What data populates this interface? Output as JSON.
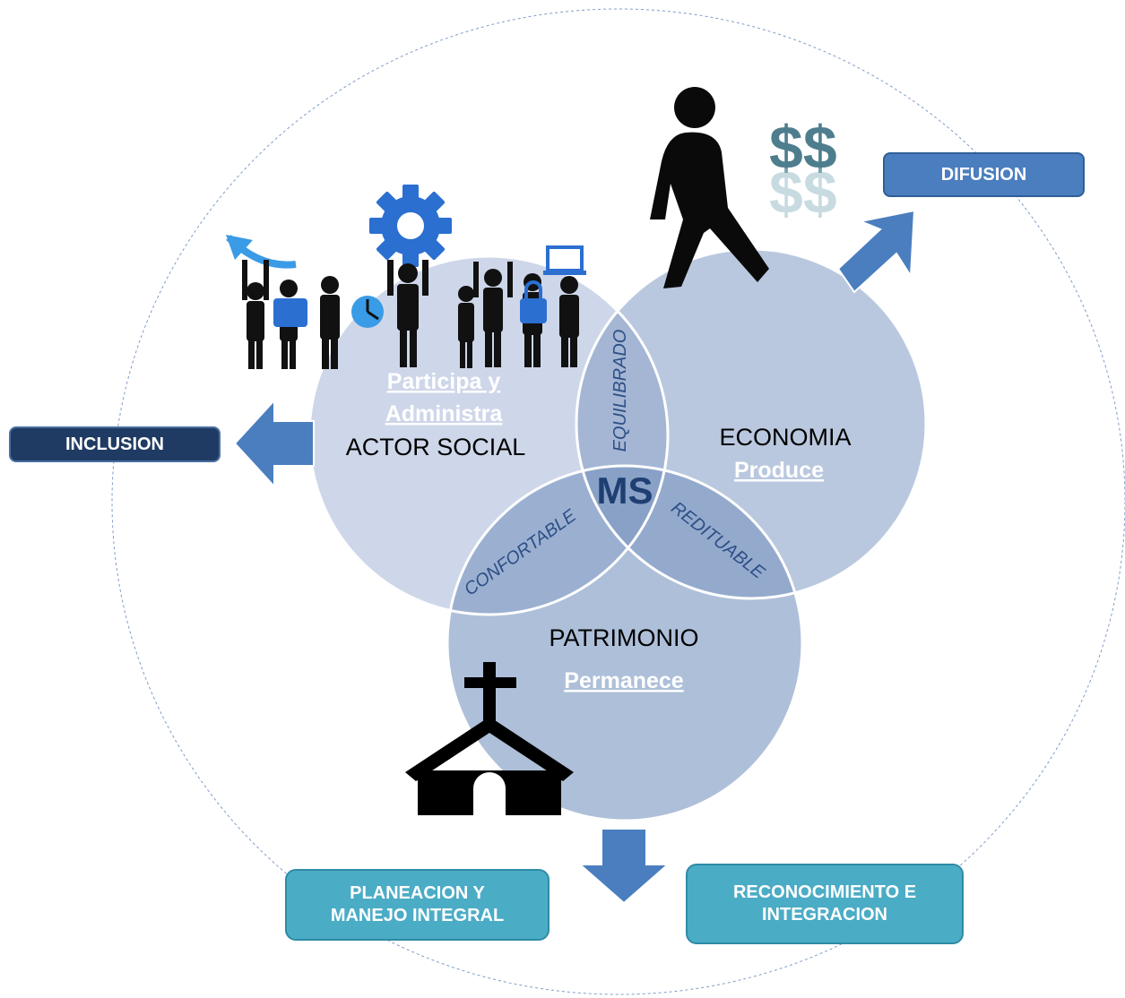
{
  "center_label": "MS",
  "circles": {
    "actor": {
      "title": "ACTOR SOCIAL",
      "verb_line1": "Participa y",
      "verb_line2": "Administra"
    },
    "economia": {
      "title": "ECONOMIA",
      "verb": "Produce"
    },
    "patrimonio": {
      "title": "PATRIMONIO",
      "verb": "Permanece"
    }
  },
  "overlaps": {
    "actor_economia": "EQUILIBRADO",
    "actor_patrimonio": "CONFORTABLE",
    "economia_patrimonio": "REDITUABLE"
  },
  "outcomes": {
    "difusion": "DIFUSION",
    "inclusion": "INCLUSION",
    "planeacion": "PLANEACION  Y\nMANEJO INTEGRAL",
    "reconocimiento": "RECONOCIMIENTO E\nINTEGRACION"
  },
  "colors": {
    "circle_fill": "#8fa7cc",
    "overlap_text": "#2d4f86",
    "center_text": "#1f3f73",
    "arrow_fill": "#4a7ebf",
    "teal_box": "#4bacc6",
    "navy_box": "#1f3b63"
  },
  "icons": [
    "people-with-symbols-icon",
    "gear-icon",
    "walking-person-icon",
    "dollar-sign-icon",
    "church-icon"
  ]
}
